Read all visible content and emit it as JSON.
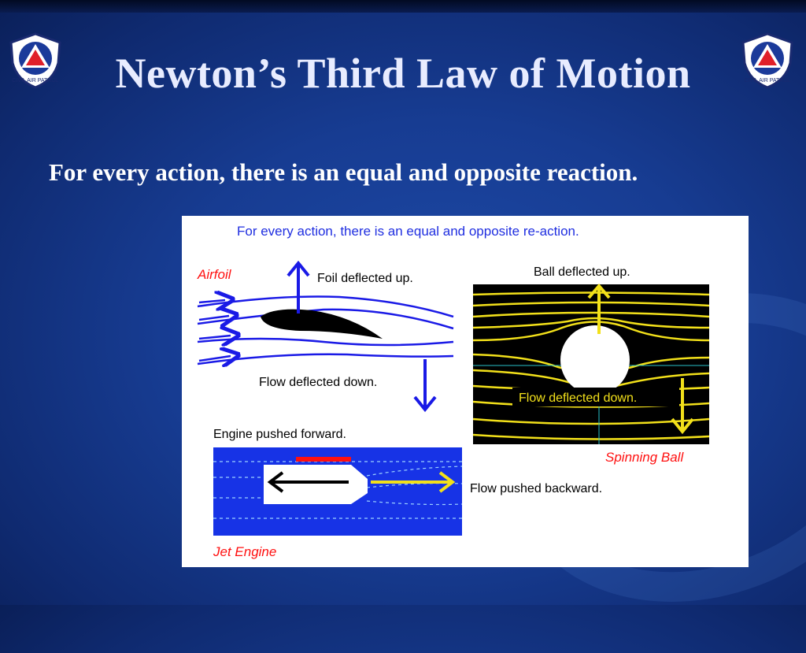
{
  "slide": {
    "title": "Newton’s Third Law of Motion",
    "bullet": "For every action, there is an equal and opposite reaction.",
    "logo_text": "CIVIL AIR PATROL"
  },
  "figure": {
    "header": "For every action, there is an equal and opposite re-action.",
    "airfoil": {
      "name": "Airfoil",
      "up_label": "Foil deflected up.",
      "down_label": "Flow deflected down."
    },
    "ball": {
      "up_label": "Ball deflected up.",
      "down_label": "Flow deflected down.",
      "name": "Spinning Ball"
    },
    "engine": {
      "forward_label": "Engine pushed forward.",
      "backward_label": "Flow pushed backward.",
      "name": "Jet Engine"
    }
  },
  "colors": {
    "background": "#173c92",
    "title": "#e8ecff",
    "header_text": "#1f2ee0",
    "red_label": "#ff1010",
    "flow_blue": "#1a1ae6",
    "ball_lines": "#f2e01a",
    "engine_blue": "#1733e6"
  }
}
